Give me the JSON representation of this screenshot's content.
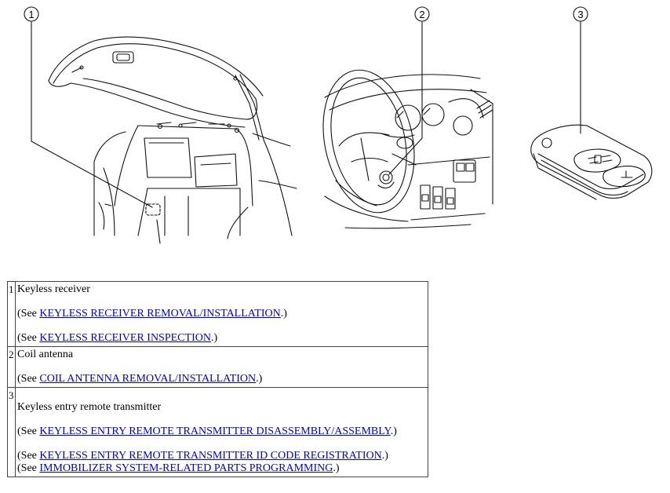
{
  "figure": {
    "callouts": [
      "1",
      "2",
      "3"
    ]
  },
  "parts": [
    {
      "number": "1",
      "name": "Keyless receiver",
      "refs": [
        {
          "prefix": "(See ",
          "link": "KEYLESS RECEIVER REMOVAL/INSTALLATION",
          "suffix": ".)"
        },
        {
          "prefix": "(See ",
          "link": "KEYLESS RECEIVER INSPECTION",
          "suffix": ".)"
        }
      ]
    },
    {
      "number": "2",
      "name": "Coil antenna",
      "refs": [
        {
          "prefix": "(See ",
          "link": "COIL ANTENNA REMOVAL/INSTALLATION",
          "suffix": ".)"
        }
      ]
    },
    {
      "number": "3",
      "name": "Keyless entry remote transmitter",
      "refs": [
        {
          "prefix": "(See ",
          "link": "KEYLESS ENTRY REMOTE TRANSMITTER DISASSEMBLY/ASSEMBLY",
          "suffix": ".)"
        },
        {
          "prefix": "(See ",
          "link": "KEYLESS ENTRY REMOTE TRANSMITTER ID CODE REGISTRATION",
          "suffix": ".)"
        },
        {
          "prefix": "(See ",
          "link": "IMMOBILIZER SYSTEM-RELATED PARTS PROGRAMMING",
          "suffix": ".)"
        }
      ]
    }
  ]
}
